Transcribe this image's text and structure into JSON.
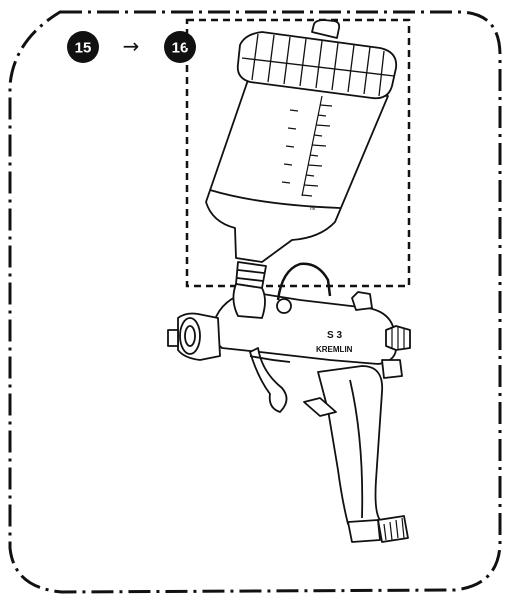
{
  "steps": {
    "from": "15",
    "arrow": "→",
    "to": "16"
  },
  "cup_scale": {
    "top_mark": "",
    "bottom_mark": "ml"
  },
  "gun": {
    "model": "S 3",
    "brand": "KREMLIN"
  },
  "colors": {
    "line": "#111111",
    "badge": "#111111",
    "background": "#ffffff"
  },
  "icons": {
    "arrow": "right-arrow-icon"
  }
}
